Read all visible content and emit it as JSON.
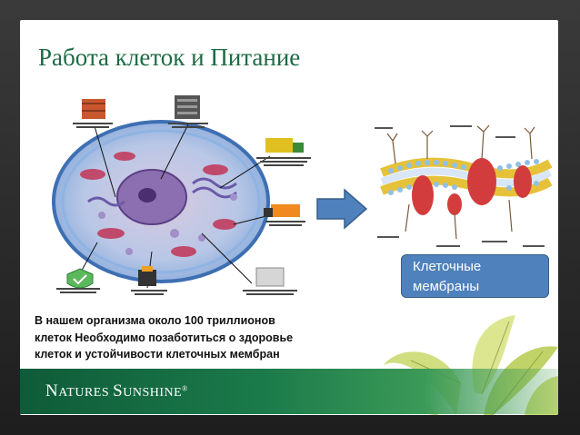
{
  "slide": {
    "title": "Работа клеток и Питание",
    "membrane_label_line1": "Клеточные",
    "membrane_label_line2": "мембраны",
    "body_line1": "В нашем организма около 100 триллионов",
    "body_line2": "клеток Необходимо позаботиться о здоровье",
    "body_line3": "клеток и устойчивости клеточных мембран",
    "logo_part1_big": "N",
    "logo_part1_small": "ATURES",
    "logo_part2_big": "S",
    "logo_part2_small": "UNSHINE",
    "logo_mark": "®"
  },
  "colors": {
    "title": "#1d6b45",
    "label_box": "#4f81bd",
    "arrow": "#4f81bd",
    "footer": "#1b7a4a"
  },
  "icons": [
    "cell-diagram-image",
    "right-arrow",
    "cell-membrane-image",
    "ginkgo-leaves"
  ]
}
